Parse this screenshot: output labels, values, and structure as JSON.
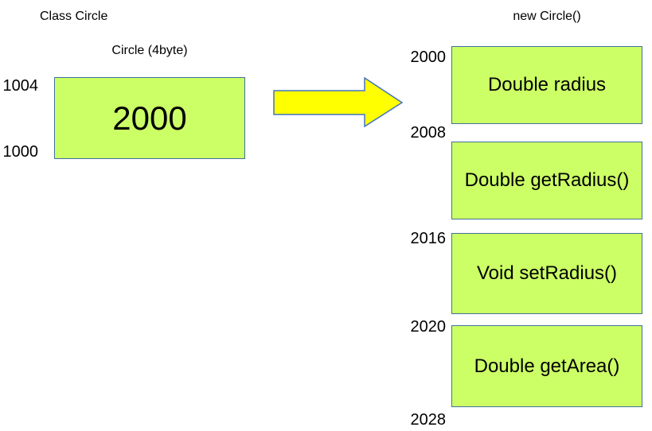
{
  "left": {
    "title": "Class Circle",
    "caption": "Circle (4byte)",
    "value": "2000",
    "address_top": "1004",
    "address_bottom": "1000"
  },
  "arrow": {
    "icon": "right-block-arrow"
  },
  "right": {
    "title": "new Circle()",
    "members": [
      "Double radius",
      "Double getRadius()",
      "Void setRadius()",
      "Double getArea()"
    ],
    "addresses": [
      "2000",
      "2008",
      "2016",
      "2020",
      "2028"
    ]
  },
  "colors": {
    "box_fill": "#CCFF66",
    "box_border": "#41719C",
    "arrow_fill": "#FFFF00",
    "arrow_border": "#4472C4",
    "text": "#000000",
    "background": "#FFFFFF"
  }
}
